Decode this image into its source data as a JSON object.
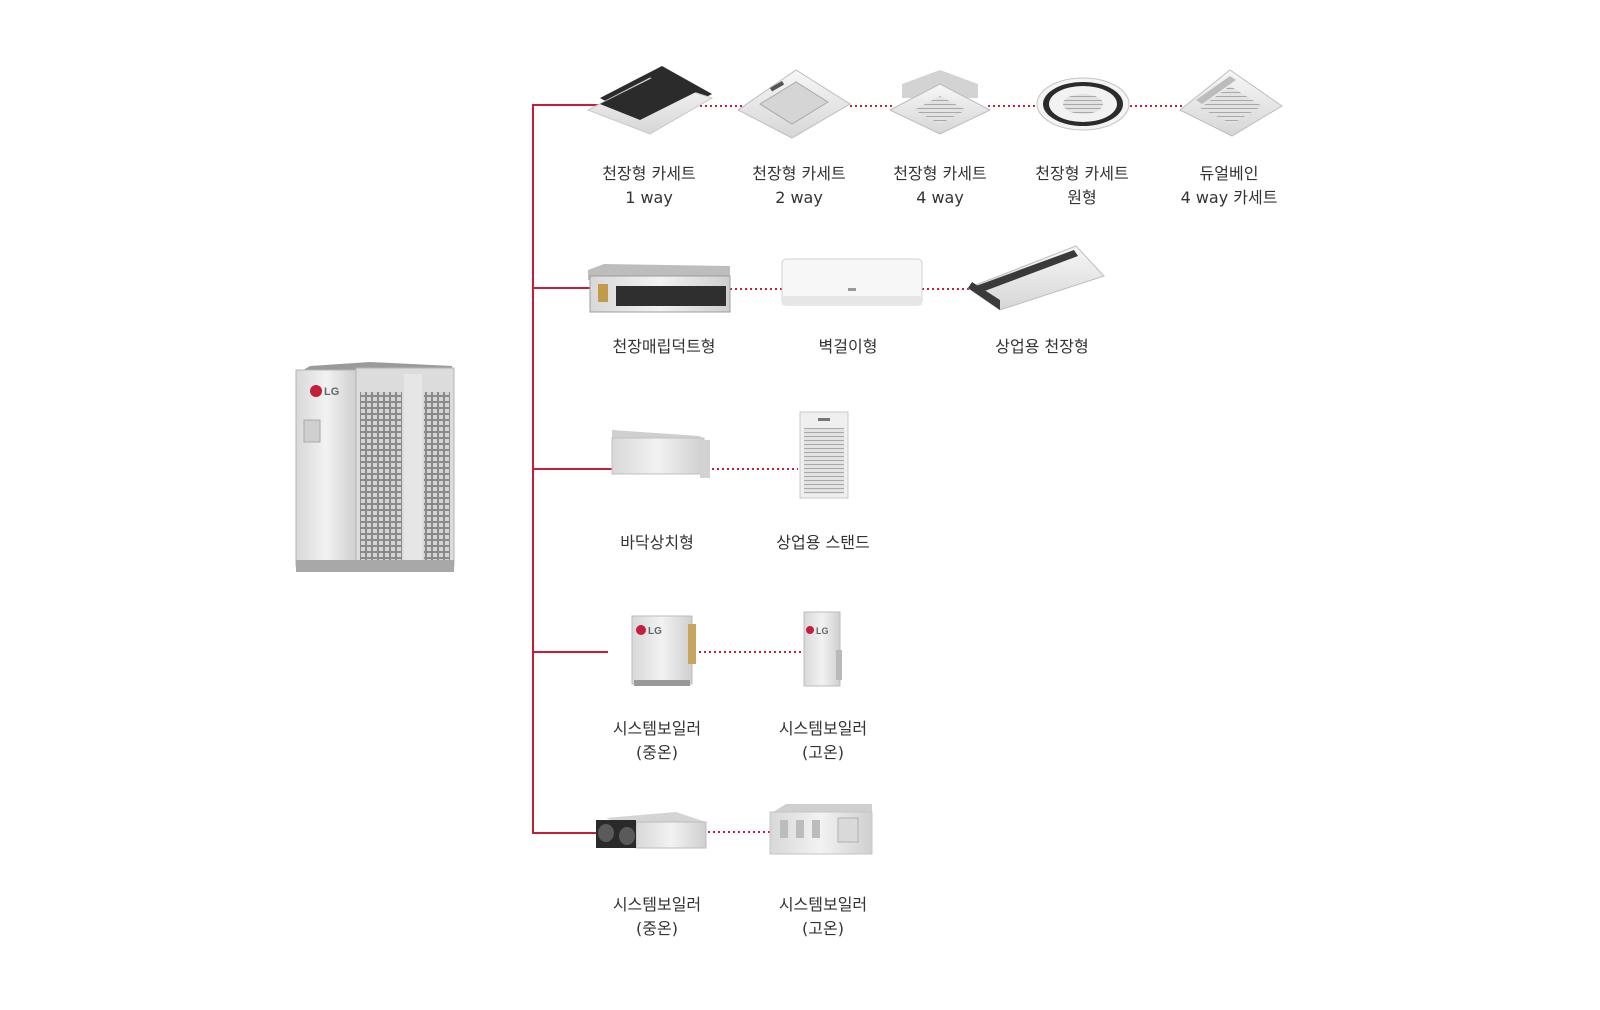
{
  "colors": {
    "connector": "#c41e3a",
    "unit_body": "#e9e9e9",
    "unit_shade": "#bdbdbd",
    "unit_dark": "#3a3a3a",
    "brand": "#c41e3a"
  },
  "outdoor_unit": {
    "brand_text": "LG",
    "icon": "outdoor-unit-icon"
  },
  "rows": [
    {
      "units": [
        {
          "icon": "cassette-1way-icon",
          "lines": [
            "천장형 카세트",
            "1 way"
          ]
        },
        {
          "icon": "cassette-2way-icon",
          "lines": [
            "천장형 카세트",
            "2 way"
          ]
        },
        {
          "icon": "cassette-4way-icon",
          "lines": [
            "천장형 카세트",
            "4 way"
          ]
        },
        {
          "icon": "cassette-round-icon",
          "lines": [
            "천장형 카세트",
            "원형"
          ]
        },
        {
          "icon": "dual-vane-cassette-icon",
          "lines": [
            "듀얼베인",
            "4 way 카세트"
          ]
        }
      ]
    },
    {
      "units": [
        {
          "icon": "ceiling-duct-icon",
          "lines": [
            "천장매립덕트형"
          ]
        },
        {
          "icon": "wall-mounted-icon",
          "lines": [
            "벽걸이형"
          ]
        },
        {
          "icon": "commercial-ceiling-icon",
          "lines": [
            "상업용 천장형"
          ]
        }
      ]
    },
    {
      "units": [
        {
          "icon": "floor-standing-icon",
          "lines": [
            "바닥상치형"
          ]
        },
        {
          "icon": "commercial-stand-icon",
          "lines": [
            "상업용 스탠드"
          ]
        }
      ]
    },
    {
      "units": [
        {
          "icon": "system-boiler-mid-icon",
          "lines": [
            "시스템보일러",
            "(중온)"
          ],
          "brand_text": "LG"
        },
        {
          "icon": "system-boiler-high-icon",
          "lines": [
            "시스템보일러",
            "(고온)"
          ],
          "brand_text": "LG"
        }
      ]
    },
    {
      "units": [
        {
          "icon": "ventilation-unit-icon",
          "lines": [
            "시스템보일러",
            "(중온)"
          ]
        },
        {
          "icon": "air-handling-unit-icon",
          "lines": [
            "시스템보일러",
            "(고온)"
          ]
        }
      ]
    }
  ]
}
